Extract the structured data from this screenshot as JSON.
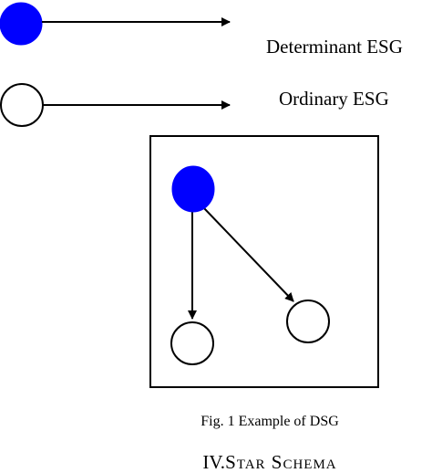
{
  "legend": {
    "determinant_label": "Determinant ESG",
    "ordinary_label": "Ordinary ESG"
  },
  "caption": "Fig. 1  Example of DSG",
  "section": {
    "number": "IV.",
    "title": "Star Schema"
  },
  "colors": {
    "determinant_fill": "#0000ff",
    "ordinary_fill": "#ffffff",
    "stroke": "#000000"
  }
}
